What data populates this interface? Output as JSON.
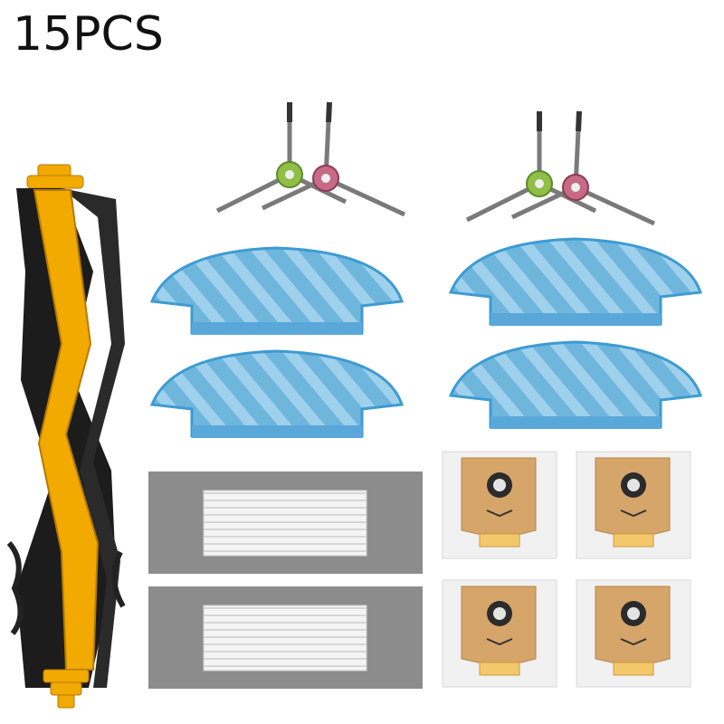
{
  "title": "15PCS",
  "colors": {
    "brush_core": "#f2a900",
    "brush_bristle": "#1c1c1c",
    "mop_blue": "#6fb6dd",
    "mop_stripe": "#9fd1ec",
    "mop_edge": "#3d9bd3",
    "filter_frame": "#8c8c8c",
    "filter_media": "#f4f4f4",
    "bag_white": "#f1f1f1",
    "bag_kraft": "#d6a56a",
    "bag_tab": "#f3c86a",
    "side_hub_green": "#8fbf47",
    "side_hub_pink": "#c76a86"
  },
  "items": {
    "main_brush": {
      "count": 1
    },
    "side_brushes": {
      "count": 4
    },
    "mop_pads": {
      "count": 4
    },
    "hepa_filters": {
      "count": 2
    },
    "dust_bags": {
      "count": 4
    }
  }
}
